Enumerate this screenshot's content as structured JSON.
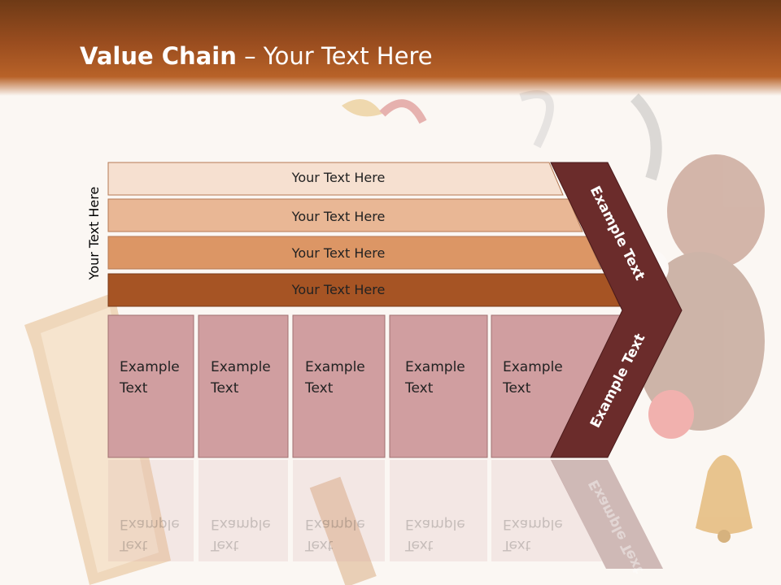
{
  "title": {
    "bold": "Value Chain",
    "rest": " – Your Text Here"
  },
  "side_label": "Your Text Here",
  "rows": [
    {
      "label": "Your Text Here"
    },
    {
      "label": "Your Text Here"
    },
    {
      "label": "Your Text Here"
    },
    {
      "label": "Your Text Here"
    }
  ],
  "columns": [
    {
      "line1": "Example",
      "line2": "Text"
    },
    {
      "line1": "Example",
      "line2": "Text"
    },
    {
      "line1": "Example",
      "line2": "Text"
    },
    {
      "line1": "Example",
      "line2": "Text"
    },
    {
      "line1": "Example",
      "line2": "Text"
    }
  ],
  "chevron": {
    "upper_label": "Example Text",
    "lower_label": "Example Text"
  },
  "colors": {
    "header": "#9a4d1f",
    "row1": "#f6e0d0",
    "row2": "#e9b795",
    "row3": "#dc9665",
    "row4": "#a65424",
    "columns": "#d09ea0",
    "chevron": "#6b2c2b"
  }
}
